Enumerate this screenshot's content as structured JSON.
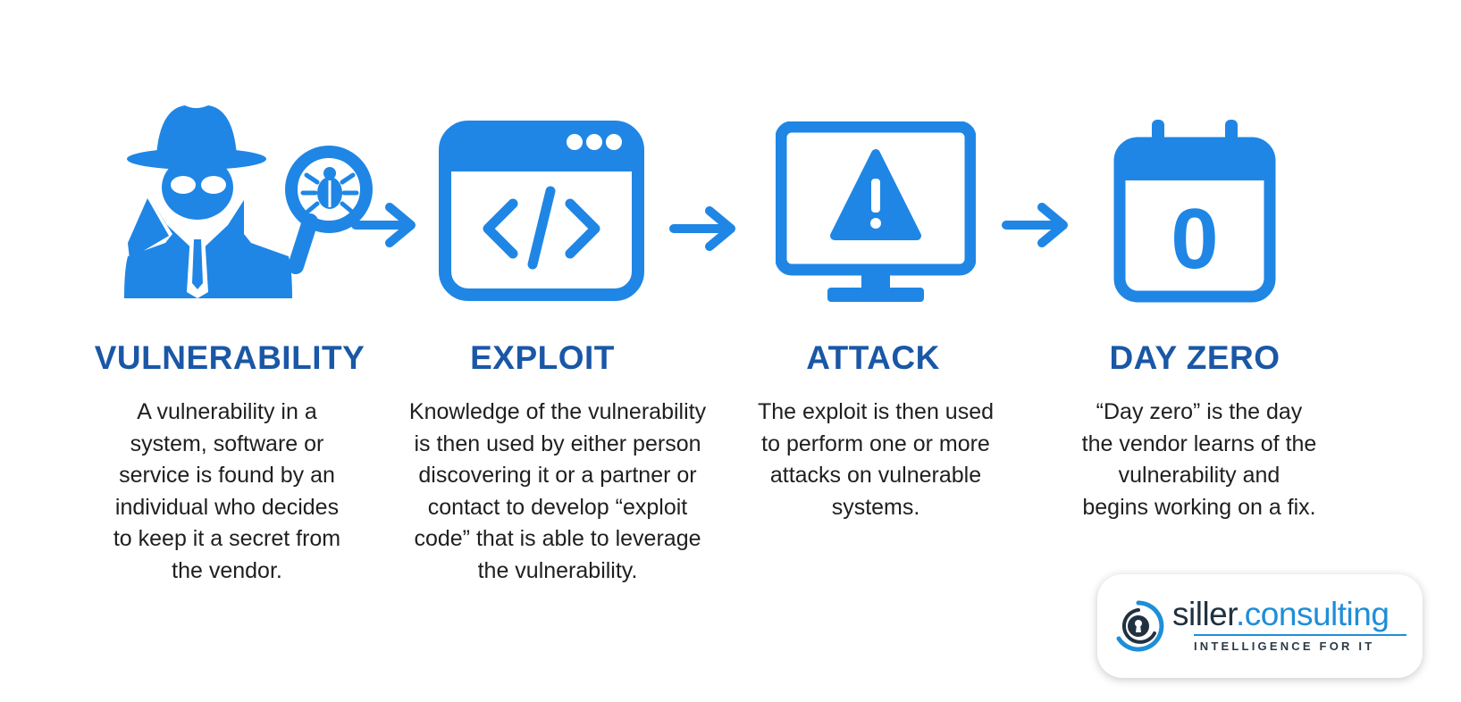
{
  "colors": {
    "icon_blue": "#1f86e5",
    "title_blue": "#1a57a6",
    "text": "#1f1f1f"
  },
  "steps": [
    {
      "icon": "spy-with-magnifier-bug-icon",
      "title": "VULNERABILITY",
      "description": "A vulnerability in a\nsystem, software or\nservice is found by an\nindividual who decides\nto keep it a secret from\nthe vendor."
    },
    {
      "icon": "browser-code-icon",
      "title": "EXPLOIT",
      "description": "Knowledge of the vulnerability\nis then used by either person\ndiscovering it or a partner or\ncontact to develop “exploit\ncode” that is able to leverage\nthe vulnerability."
    },
    {
      "icon": "monitor-warning-icon",
      "title": "ATTACK",
      "description": "The exploit is then used\nto perform one or more\nattacks on vulnerable\nsystems."
    },
    {
      "icon": "calendar-zero-icon",
      "title": "DAY ZERO",
      "description": "“Day zero” is the day\nthe vendor learns of the\nvulnerability and\nbegins working on a fix.",
      "calendar_number": "0"
    }
  ],
  "logo": {
    "name_part1": "siller",
    "name_part2": ".consulting",
    "tagline": "INTELLIGENCE FOR IT"
  }
}
